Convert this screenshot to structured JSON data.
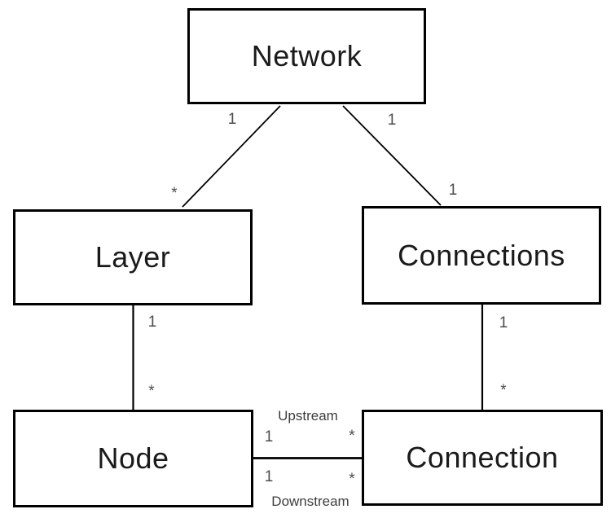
{
  "diagram": {
    "type": "uml-class-diagram",
    "background": "#ffffff",
    "entities": [
      {
        "id": "network",
        "label": "Network"
      },
      {
        "id": "layer",
        "label": "Layer"
      },
      {
        "id": "connections",
        "label": "Connections"
      },
      {
        "id": "node",
        "label": "Node"
      },
      {
        "id": "connection",
        "label": "Connection"
      }
    ],
    "relationships": [
      {
        "from": "Network",
        "to": "Layer",
        "from_card": "1",
        "to_card": "*",
        "label": ""
      },
      {
        "from": "Network",
        "to": "Connections",
        "from_card": "1",
        "to_card": "1",
        "label": ""
      },
      {
        "from": "Layer",
        "to": "Node",
        "from_card": "1",
        "to_card": "*",
        "label": ""
      },
      {
        "from": "Connections",
        "to": "Connection",
        "from_card": "1",
        "to_card": "*",
        "label": ""
      },
      {
        "from": "Node",
        "to": "Connection",
        "from_card": "1",
        "to_card": "*",
        "label": "Upstream"
      },
      {
        "from": "Node",
        "to": "Connection",
        "from_card": "1",
        "to_card": "*",
        "label": "Downstream"
      }
    ],
    "colors": {
      "line": "#000000",
      "entity_border": "#000000",
      "entity_text": "#1a1a1a",
      "cardinality_text": "#4d4d4d",
      "edge_label_text": "#3d3d3d"
    }
  }
}
